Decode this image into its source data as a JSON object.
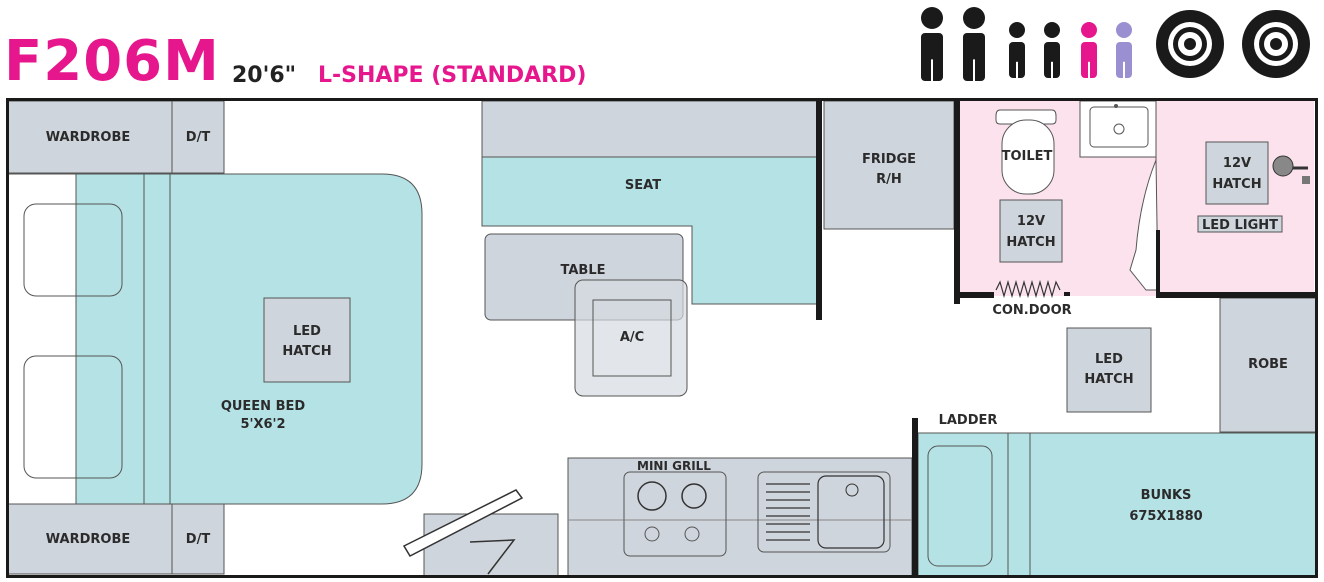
{
  "header": {
    "model": "F206M",
    "length": "20'6\"",
    "layout": "L-SHAPE (STANDARD)"
  },
  "capacity": {
    "people": [
      {
        "type": "adult",
        "color": "#1a1a1a"
      },
      {
        "type": "adult",
        "color": "#1a1a1a"
      },
      {
        "type": "child",
        "color": "#1a1a1a"
      },
      {
        "type": "child",
        "color": "#1a1a1a"
      },
      {
        "type": "child",
        "color": "#e6178c"
      },
      {
        "type": "child",
        "color": "#9a8fd0"
      }
    ],
    "wheels": 2
  },
  "colors": {
    "brand": "#e6178c",
    "cabinet": "#cfd5dc",
    "bed": "#b5e2e5",
    "bathroom": "#fbe2ec",
    "wall": "#1a1a1a"
  },
  "rooms": {
    "wardrobe_top": "WARDROBE",
    "dt_top": "D/T",
    "wardrobe_bottom": "WARDROBE",
    "dt_bottom": "D/T",
    "bed_hatch": [
      "LED",
      "HATCH"
    ],
    "bed": [
      "QUEEN BED",
      "5'X6'2"
    ],
    "seat": "SEAT",
    "table": "TABLE",
    "ac": "A/C",
    "fridge": [
      "FRIDGE",
      "R/H"
    ],
    "toilet": "TOILET",
    "bath_hatch": [
      "12V",
      "HATCH"
    ],
    "shower_hatch": [
      "12V",
      "HATCH"
    ],
    "led_light": "LED LIGHT",
    "con_door": "CON.DOOR",
    "mid_hatch": [
      "LED",
      "HATCH"
    ],
    "robe": "ROBE",
    "ladder": "LADDER",
    "bunks": [
      "BUNKS",
      "675X1880"
    ],
    "mini_grill": "MINI GRILL"
  }
}
